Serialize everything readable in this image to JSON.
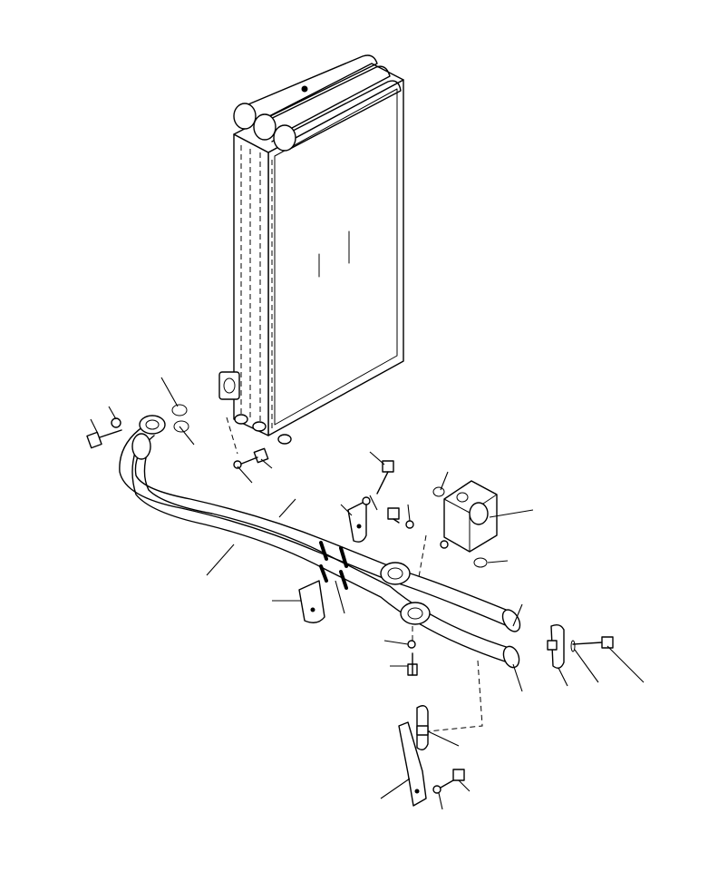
{
  "diagram": {
    "parts": [
      {
        "id": "radiator-core"
      },
      {
        "id": "upper-tube-bundle"
      },
      {
        "id": "upper-hose"
      },
      {
        "id": "lower-hose"
      },
      {
        "id": "hose-band-upper"
      },
      {
        "id": "hose-band-lower"
      },
      {
        "id": "elbow-flange-left"
      },
      {
        "id": "elbow-flange-center"
      },
      {
        "id": "valve-block"
      },
      {
        "id": "clamp-upper"
      },
      {
        "id": "clamp-lower"
      },
      {
        "id": "bracket-right"
      },
      {
        "id": "bracket-bottom"
      },
      {
        "id": "bracket-bottom-plate"
      },
      {
        "id": "o-ring-radiator-1"
      },
      {
        "id": "o-ring-radiator-2"
      },
      {
        "id": "o-ring-valve-top"
      },
      {
        "id": "o-ring-valve-bottom"
      },
      {
        "id": "bolt-left"
      },
      {
        "id": "bolt-radiator"
      },
      {
        "id": "bolt-center-tall"
      },
      {
        "id": "bolt-center-short"
      },
      {
        "id": "bolt-elbow"
      },
      {
        "id": "bolt-right"
      },
      {
        "id": "bolt-bottom"
      }
    ]
  }
}
